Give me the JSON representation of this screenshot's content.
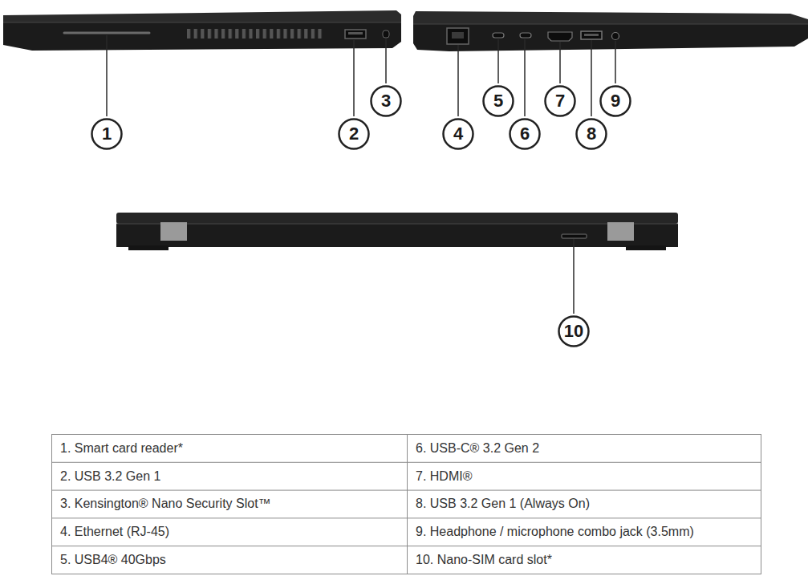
{
  "diagram": {
    "nodes": [
      {
        "text": [
          "1"
        ]
      },
      {
        "text": [
          "2"
        ]
      },
      {
        "text": [
          "3"
        ]
      },
      {
        "text": [
          "4"
        ]
      },
      {
        "text": [
          "5"
        ]
      },
      {
        "text": [
          "6"
        ]
      },
      {
        "text": [
          "7"
        ]
      },
      {
        "text": [
          "8"
        ]
      },
      {
        "text": [
          "9"
        ]
      },
      {
        "text": [
          "10"
        ]
      }
    ],
    "labels": [
      "1. Smart card reader*",
      "6. USB-C® 3.2 Gen 2",
      "2. USB 3.2 Gen 1",
      "7. HDMI®",
      "3. Kensington® Nano Security Slot™",
      "8. USB 3.2 Gen 1 (Always On)",
      "4. Ethernet (RJ-45)",
      "9. Headphone / microphone combo jack (3.5mm)",
      "5. USB4® 40Gbps",
      "10. Nano-SIM card slot*"
    ]
  }
}
